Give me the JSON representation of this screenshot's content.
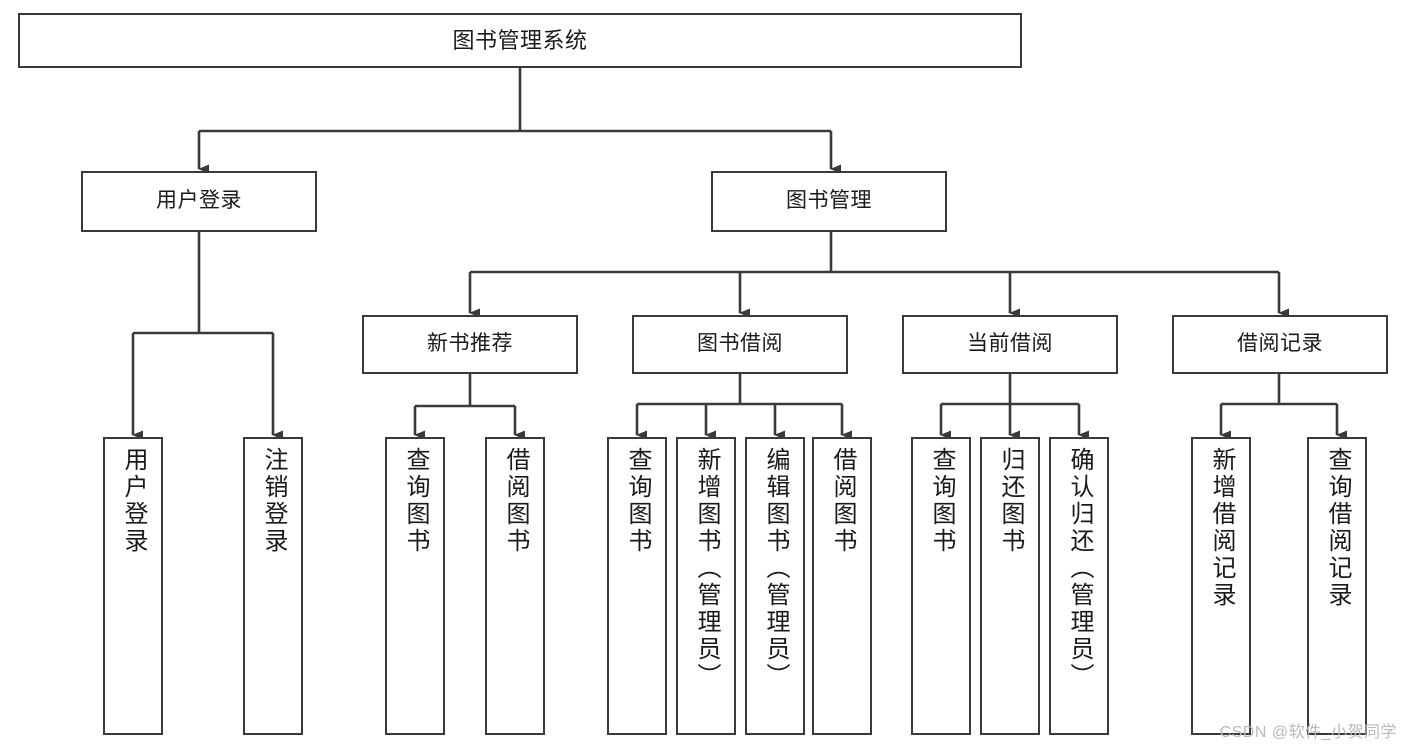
{
  "diagram": {
    "title": "图书管理系统",
    "type": "tree-hierarchy",
    "stroke_color": "#3a3a3a",
    "text_color": "#1a1a1a",
    "background_color": "#ffffff",
    "watermark": "CSDN @软件_小贺同学",
    "nodes": {
      "root": {
        "label": "图书管理系统"
      },
      "level2": [
        {
          "id": "user-login",
          "label": "用户登录"
        },
        {
          "id": "book-manage",
          "label": "图书管理"
        }
      ],
      "level3": [
        {
          "id": "new-book-recommend",
          "label": "新书推荐"
        },
        {
          "id": "book-borrow",
          "label": "图书借阅"
        },
        {
          "id": "current-borrow",
          "label": "当前借阅"
        },
        {
          "id": "borrow-record",
          "label": "借阅记录"
        }
      ],
      "leaves": {
        "user_login": [
          {
            "id": "leaf-user-login",
            "label": "用户登录"
          },
          {
            "id": "leaf-logout-login",
            "label": "注销登录"
          }
        ],
        "new_book_recommend": [
          {
            "id": "leaf-query-book-1",
            "label": "查询图书"
          },
          {
            "id": "leaf-borrow-book-1",
            "label": "借阅图书"
          }
        ],
        "book_borrow": [
          {
            "id": "leaf-query-book-2",
            "label": "查询图书"
          },
          {
            "id": "leaf-add-book",
            "label": "新增图书（管理员）"
          },
          {
            "id": "leaf-edit-book",
            "label": "编辑图书（管理员）"
          },
          {
            "id": "leaf-borrow-book-2",
            "label": "借阅图书"
          }
        ],
        "current_borrow": [
          {
            "id": "leaf-query-book-3",
            "label": "查询图书"
          },
          {
            "id": "leaf-return-book",
            "label": "归还图书"
          },
          {
            "id": "leaf-confirm-return",
            "label": "确认归还（管理员）"
          }
        ],
        "borrow_record": [
          {
            "id": "leaf-add-record",
            "label": "新增借阅记录"
          },
          {
            "id": "leaf-query-record",
            "label": "查询借阅记录"
          }
        ]
      }
    }
  }
}
